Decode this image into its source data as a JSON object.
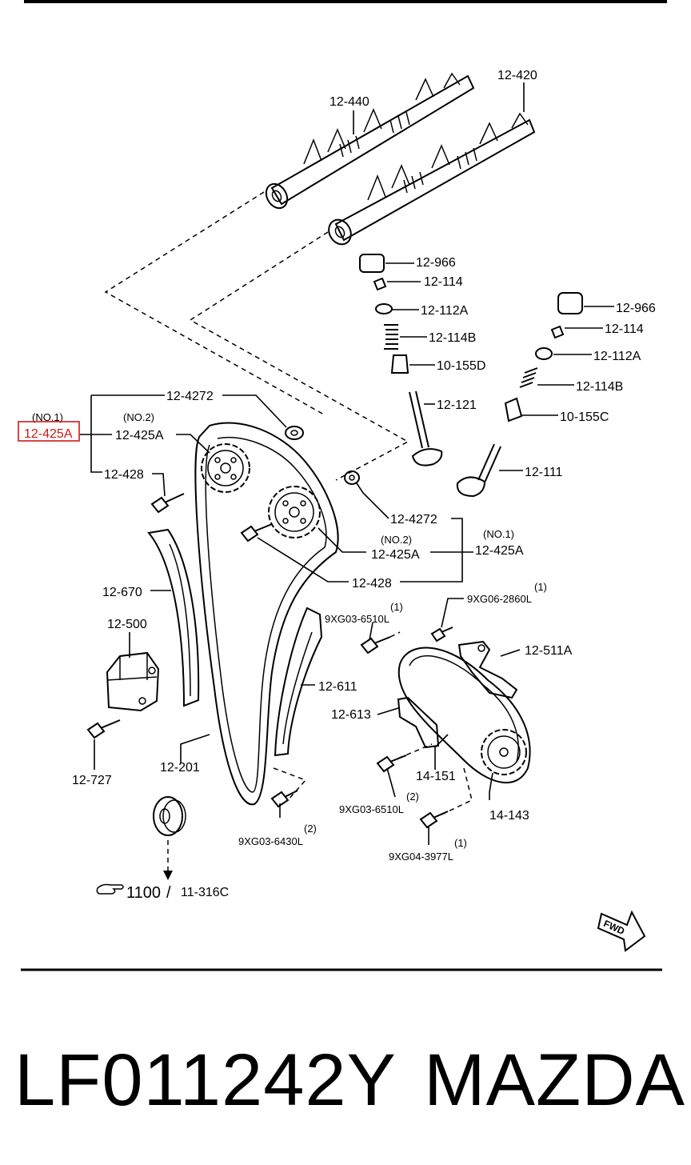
{
  "labels": {
    "camshaft_exhaust": "12-440",
    "camshaft_intake": "12-420",
    "tappet_a": "12-966",
    "keeper_a": "12-114",
    "seat_a": "12-112A",
    "spring_a": "12-114B",
    "seal_a": "10-155D",
    "valve_exhaust": "12-121",
    "tappet_b": "12-966",
    "keeper_b": "12-114",
    "seat_b": "12-112A",
    "spring_b": "12-114B",
    "seal_b": "10-155C",
    "valve_intake": "12-111",
    "washer_top": "12-4272",
    "no1_tag_left": "(NO.1)",
    "sprocket_no1_left": "12-425A",
    "no2_tag_left": "(NO.2)",
    "sprocket_no2_left": "12-425A",
    "bolt_left": "12-428",
    "washer_right": "12-4272",
    "no2_tag_right": "(NO.2)",
    "sprocket_no2_right": "12-425A",
    "no1_tag_right": "(NO.1)",
    "sprocket_no1_right": "12-425A",
    "bolt_right": "12-428",
    "guide_tensioner": "12-670",
    "tensioner": "12-500",
    "tensioner_bolt": "12-727",
    "chain": "12-201",
    "guide_fixed": "12-611",
    "guide_oil": "12-613",
    "oil_chain": "14-151",
    "oil_sprocket": "14-143",
    "bolt_9xg03_top_qty": "(1)",
    "bolt_9xg03_top": "9XG03-6510L",
    "bolt_9xg06_qty": "(1)",
    "bolt_9xg06": "9XG06-2860L",
    "oil_tensioner": "12-511A",
    "bolt_9xg03_mid_qty": "(2)",
    "bolt_9xg03_mid": "9XG03-6510L",
    "bolt_9xg03_low_qty": "(2)",
    "bolt_9xg03_low": "9XG03-6430L",
    "bolt_9xg04_qty": "(1)",
    "bolt_9xg04": "9XG04-3977L",
    "ref_crank": "1100",
    "ref_slash": "/",
    "ref_page": "11-316C",
    "fwd": "FWD"
  },
  "footer": {
    "part_number": "LF011242Y",
    "brand": "MAZDA"
  },
  "highlight": {
    "part": "12-425A",
    "color": "#d01818"
  }
}
